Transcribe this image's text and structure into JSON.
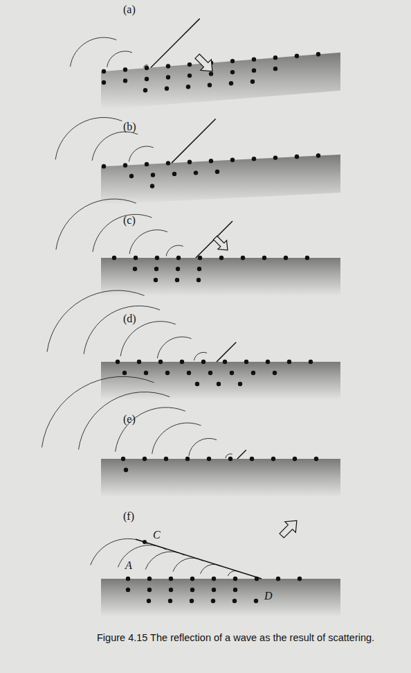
{
  "diagram": {
    "caption": "Figure 4.15 The reflection of a wave as the result of scattering.",
    "labels": [
      "(a)",
      "(b)",
      "(c)",
      "(d)",
      "(e)",
      "(f)",
      "C",
      "A",
      "D"
    ]
  }
}
